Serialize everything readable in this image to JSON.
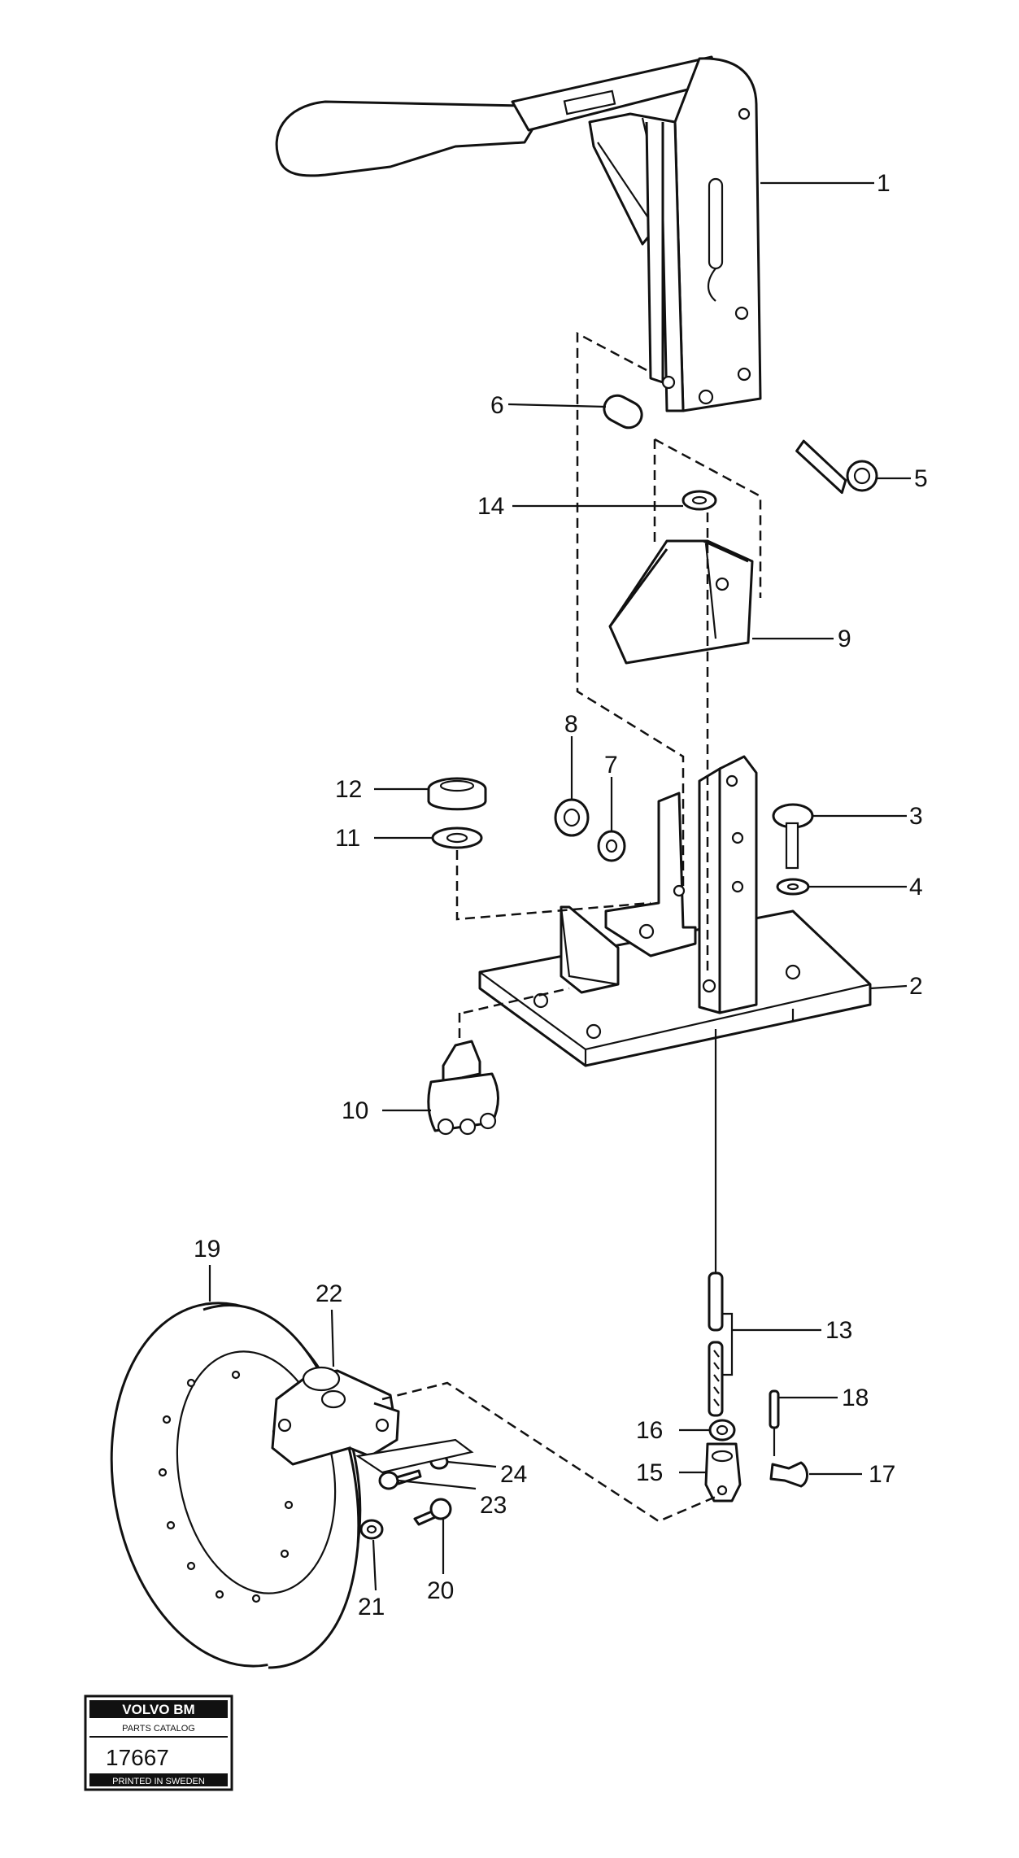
{
  "parts": [
    {
      "id": "p1",
      "label": "1"
    },
    {
      "id": "p2",
      "label": "2"
    },
    {
      "id": "p3",
      "label": "3"
    },
    {
      "id": "p4",
      "label": "4"
    },
    {
      "id": "p5",
      "label": "5"
    },
    {
      "id": "p6",
      "label": "6"
    },
    {
      "id": "p7",
      "label": "7"
    },
    {
      "id": "p8",
      "label": "8"
    },
    {
      "id": "p9",
      "label": "9"
    },
    {
      "id": "p10",
      "label": "10"
    },
    {
      "id": "p11",
      "label": "11"
    },
    {
      "id": "p12",
      "label": "12"
    },
    {
      "id": "p13",
      "label": "13"
    },
    {
      "id": "p14",
      "label": "14"
    },
    {
      "id": "p15",
      "label": "15"
    },
    {
      "id": "p16",
      "label": "16"
    },
    {
      "id": "p17",
      "label": "17"
    },
    {
      "id": "p18",
      "label": "18"
    },
    {
      "id": "p19",
      "label": "19"
    },
    {
      "id": "p20",
      "label": "20"
    },
    {
      "id": "p21",
      "label": "21"
    },
    {
      "id": "p22",
      "label": "22"
    },
    {
      "id": "p23",
      "label": "23"
    },
    {
      "id": "p24",
      "label": "24"
    }
  ],
  "plate": {
    "brand": "VOLVO BM",
    "subtitle": "PARTS CATALOG",
    "number": "17667",
    "footer": "PRINTED IN SWEDEN"
  }
}
